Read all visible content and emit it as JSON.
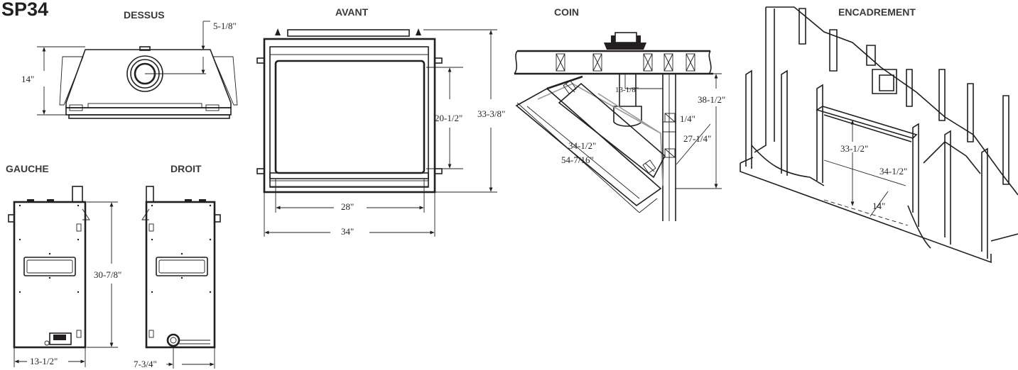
{
  "model": "SP34",
  "views": {
    "top": {
      "label": "DESSUS",
      "dims": [
        "5-1/8\"",
        "14\""
      ]
    },
    "front": {
      "label": "AVANT",
      "dims": [
        "33-3/8\"",
        "20-1/2\"",
        "28\"",
        "34\""
      ]
    },
    "corner": {
      "label": "COIN",
      "dims": [
        "13-1/8\"",
        "38-1/2\"",
        "1/4\"",
        "27-1/4\"",
        "34-1/2\"",
        "54-7/16\""
      ]
    },
    "framing": {
      "label": "ENCADREMENT",
      "dims": [
        "33-1/2\"",
        "34-1/2\"",
        "14\""
      ]
    },
    "left": {
      "label": "GAUCHE",
      "dims": [
        "30-7/8\"",
        "13-1/2\""
      ]
    },
    "right": {
      "label": "DROIT",
      "dims": [
        "7-3/4\""
      ]
    }
  },
  "colors": {
    "ink": "#231f20",
    "gray_line": "#9a9a9a",
    "background": "#ffffff"
  }
}
